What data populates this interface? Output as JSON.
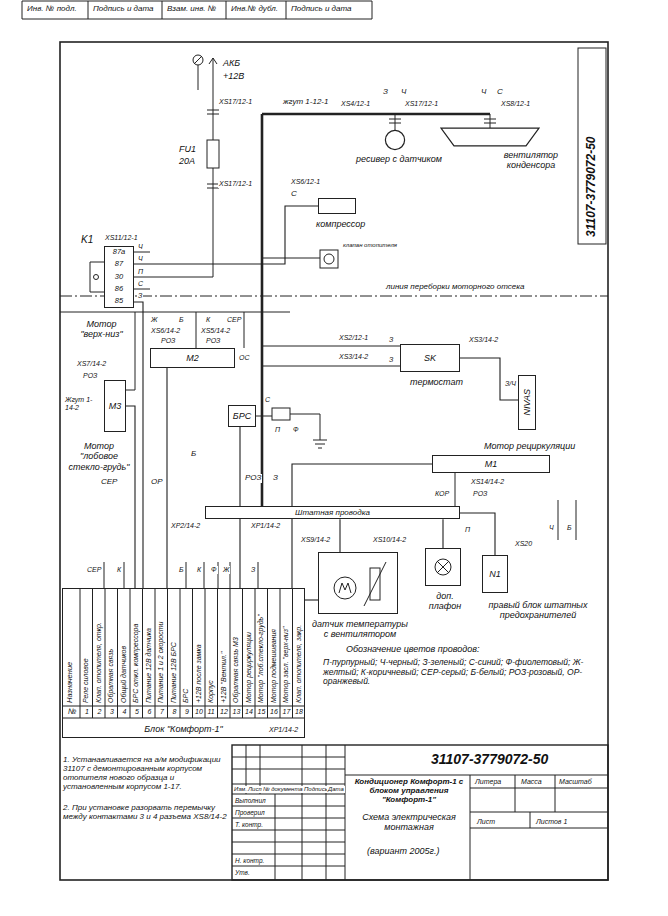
{
  "diagram": {
    "nodes": [
      {
        "text": [
          "87а",
          "87",
          "30",
          "86",
          "85"
        ]
      },
      {
        "text": [
          "ресивер с датчиком"
        ]
      },
      {
        "text": [
          "вентилятор конденсора"
        ]
      },
      {
        "text": [
          "компрессор"
        ]
      },
      {
        "text": [
          "Мотор \"верх-низ\"",
          "М2"
        ]
      },
      {
        "text": [
          "Мотор \"лобовое стекло-грудь\"",
          "М3"
        ]
      },
      {
        "text": [
          "SK",
          "термостат"
        ]
      },
      {
        "text": [
          "NIVAS"
        ]
      },
      {
        "text": [
          "БРС"
        ]
      },
      {
        "text": [
          "Мотор рециркуляции",
          "М1"
        ]
      },
      {
        "text": [
          "Штатная проводка"
        ]
      },
      {
        "text": [
          "датчик температуры с вентилятором"
        ]
      },
      {
        "text": [
          "доп. плафон"
        ]
      },
      {
        "text": [
          "N1",
          "правый блок штатных предохранителей"
        ]
      },
      {
        "text": [
          "Блок \"Комфорт-1\""
        ]
      }
    ],
    "edges": [
      {
        "from": 0,
        "to": 3,
        "arrow": "none"
      },
      {
        "from": 4,
        "to": 14,
        "arrow": "none"
      },
      {
        "from": 5,
        "to": 14,
        "arrow": "none"
      },
      {
        "from": 8,
        "to": 14,
        "arrow": "none"
      },
      {
        "from": 9,
        "to": 14,
        "arrow": "none"
      },
      {
        "from": 11,
        "to": 14,
        "arrow": "none"
      },
      {
        "from": 6,
        "to": 7,
        "arrow": "none"
      },
      {
        "from": 12,
        "to": 10,
        "arrow": "none"
      },
      {
        "from": 13,
        "to": 10,
        "arrow": "none"
      },
      {
        "from": 11,
        "to": 10,
        "arrow": "none"
      },
      {
        "from": 0,
        "to": 14,
        "arrow": "none"
      }
    ],
    "labels": [
      "Инв. № подл.",
      "Подпись и дата",
      "Взам. инв. №",
      "Инв.№ дубл.",
      "Подпись и дата",
      "31107-3779072-50",
      "АКБ",
      "+12В",
      "XS17/12-1",
      "FU1",
      "20А",
      "XS17/12-1",
      "жгут 1-12-1",
      "З",
      "Ч",
      "XS4/12-1",
      "XS17/12-1",
      "Ч",
      "С",
      "XS8/12-1",
      "XS6/12-1",
      "С",
      "XS11/12-1",
      "Ч",
      "Ч",
      "П",
      "С",
      "З",
      "K1",
      "клапан отопителя",
      "линия переборки моторного отсека",
      "Ж",
      "Б",
      "К",
      "СЕР",
      "XS6/14-2",
      "XS5/14-2",
      "РОЗ",
      "РОЗ",
      "ОС",
      "XS7/14-2",
      "РОЗ",
      "Жгут 1-14-2",
      "XS2/12-1",
      "XS3/14-2",
      "З",
      "З",
      "XS3/14-2",
      "З/Ч",
      "С",
      "П",
      "Ф",
      "XS14/14-2",
      "КОР",
      "РОЗ",
      "РОЗ",
      "З",
      "Б",
      "СЕР",
      "ОР",
      "XP2/14-2",
      "XP1/14-2",
      "XS9/14-2",
      "XS10/14-2",
      "П",
      "XS20",
      "Ч",
      "Б",
      "Назначение",
      "№",
      "Реле силовое",
      "Клап. отопителя, откр.",
      "Обратная связь",
      "Общий датчиков",
      "БРС откл. компрессора",
      "Питание 12В датчика",
      "Питание 1 и 2 скорости",
      "Питание 12В БРС",
      "БРС",
      "+12В после замка",
      "Корпус",
      "+12В \"Вентил.\"",
      "Обратная связь М3",
      "Мотор рециркуляции",
      "Мотор \"лоб.стекло-грудь\"",
      "Мотор подмешивания",
      "Мотор засл. \"верх-низ\"",
      "Клап. отопителя, закр.",
      "1",
      "2",
      "3",
      "4",
      "5",
      "6",
      "7",
      "8",
      "9",
      "10",
      "11",
      "12",
      "13",
      "14",
      "15",
      "16",
      "17",
      "18",
      "СЕР",
      "К",
      "Б",
      "К",
      "Ф",
      "Ж",
      "З",
      "XP1/14-2",
      "Обозначение цветов проводов:",
      "П-пурпурный; Ч-черный; З-зеленый; С-синий; Ф-фиолетовый; Ж-желтый; К-коричневый; СЕР-серый; Б-белый; РОЗ-розовый, ОР-оранжевый.",
      "1. Устанавливается на а/м модификации 31107 с демонтированным корпусом отопителя нового образца и установленным корпусом 1-17.",
      "2. При установке разорвать перемычку между контактами 3 и 4 разъема XS8/14-2",
      "31107-3779072-50",
      "Изм.",
      "Лист",
      "№ документа",
      "Подпись",
      "Дата",
      "Выполнил",
      "Проверил",
      "Т. контр.",
      "Н. контр.",
      "Утв.",
      "Кондиционер Комфорт-1 с блоком управления \"Комфорт-1\"",
      "Схема электрическая монтажная",
      "(вариант 2005г.)",
      "Литера",
      "Масса",
      "Масштаб",
      "Лист",
      "Листов 1"
    ]
  }
}
